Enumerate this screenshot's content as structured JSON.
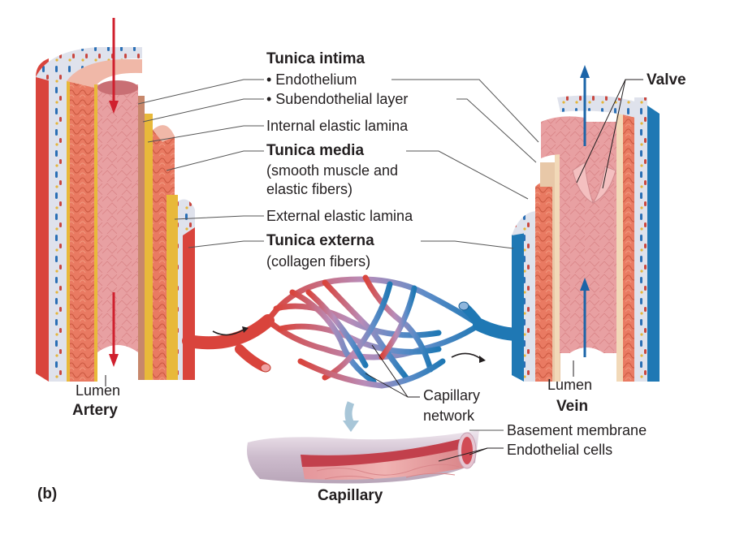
{
  "figure": {
    "panel_label": "(b)",
    "colors": {
      "artery_red": "#d9443c",
      "vein_blue": "#1f78b4",
      "flow_arrow_red": "#d0202e",
      "flow_arrow_blue": "#1b64a8",
      "elastic_yellow": "#e8b93a",
      "externa_gray": "#d8dce8",
      "intima_pink": "#e89a9c",
      "leader_line": "#555555"
    },
    "labels": {
      "tunica_intima": "Tunica intima",
      "endothelium": "• Endothelium",
      "subendothelial": "• Subendothelial layer",
      "internal_elastic": "Internal elastic lamina",
      "tunica_media": "Tunica media",
      "tunica_media_desc_1": "(smooth muscle and",
      "tunica_media_desc_2": "elastic fibers)",
      "external_elastic": "External elastic lamina",
      "tunica_externa": "Tunica externa",
      "tunica_externa_desc": "(collagen fibers)",
      "valve": "Valve",
      "artery_lumen": "Lumen",
      "artery": "Artery",
      "vein_lumen": "Lumen",
      "vein": "Vein",
      "capillary_network_1": "Capillary",
      "capillary_network_2": "network",
      "basement_membrane": "Basement membrane",
      "endothelial_cells": "Endothelial cells",
      "capillary": "Capillary"
    },
    "structures": [
      "artery",
      "capillary-network",
      "vein",
      "capillary-detail"
    ],
    "flow_directions": {
      "artery": "down",
      "vein": "up",
      "network": "artery-to-vein"
    }
  }
}
